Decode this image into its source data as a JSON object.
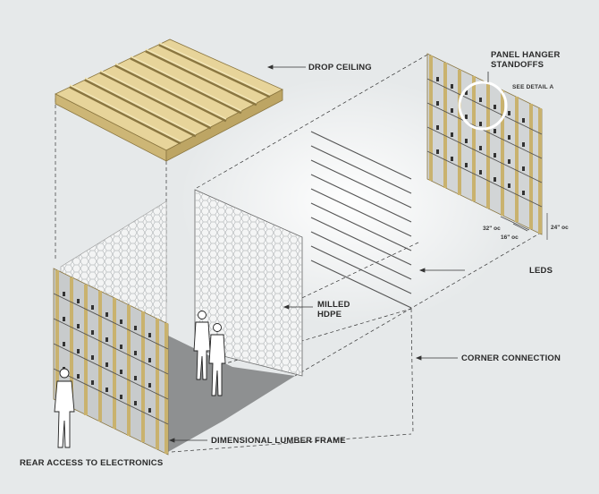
{
  "labels": {
    "drop_ceiling": "DROP CEILING",
    "panel_hanger_line1": "PANEL HANGER",
    "panel_hanger_line2": "STANDOFFS",
    "see_detail": "SEE DETAIL A",
    "leds": "LEDS",
    "milled_line1": "MILLED",
    "milled_line2": "HDPE",
    "corner_connection": "CORNER CONNECTION",
    "lumber_frame": "DIMENSIONAL LUMBER FRAME",
    "rear_access": "REAR ACCESS TO ELECTRONICS"
  },
  "dimensions": {
    "d32": "32\" oc",
    "d16": "16\" oc",
    "d24": "24\" oc"
  },
  "colors": {
    "background": "#e6e9ea",
    "wood": "#e7d49a",
    "wood_dark": "#b9a160",
    "floor": "#8e9091",
    "panel": "#f4f5f5"
  }
}
